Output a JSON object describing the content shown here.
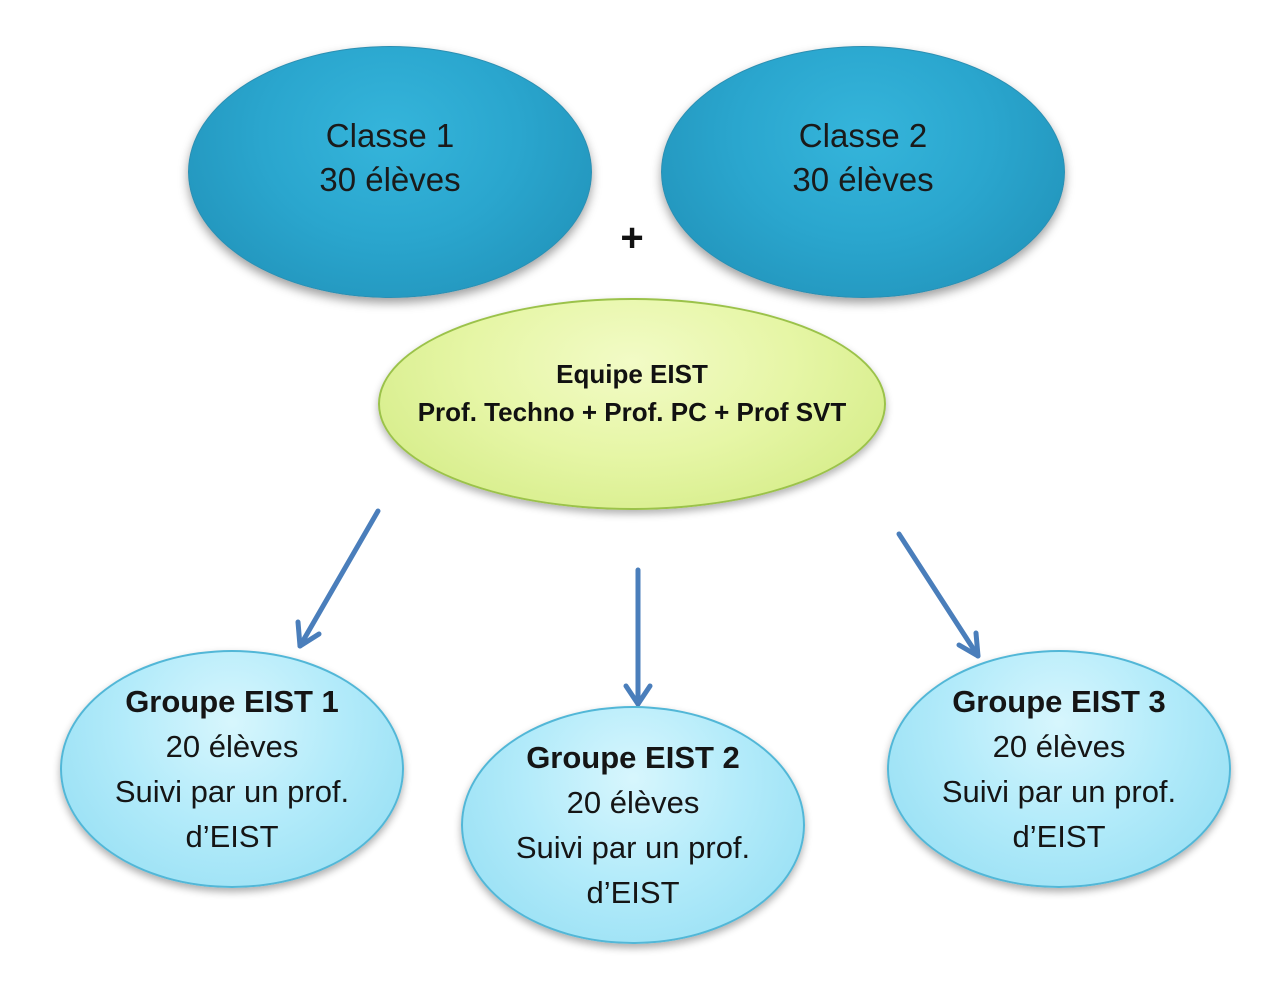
{
  "classes": [
    {
      "name": "Classe 1",
      "students": "30 élèves"
    },
    {
      "name": "Classe 2",
      "students": "30 élèves"
    }
  ],
  "plus": "+",
  "equipe": {
    "title": "Equipe EIST",
    "members": "Prof. Techno + Prof. PC + Prof SVT"
  },
  "groupes": [
    {
      "title": "Groupe EIST 1",
      "students": "20 élèves",
      "line1": "Suivi par un prof.",
      "line2": "d’EIST"
    },
    {
      "title": "Groupe EIST 2",
      "students": "20 élèves",
      "line1": "Suivi par un prof.",
      "line2": "d’EIST"
    },
    {
      "title": "Groupe EIST 3",
      "students": "20 élèves",
      "line1": "Suivi par un prof.",
      "line2": "d’EIST"
    }
  ],
  "colors": {
    "classe_fill": "#2aa6ce",
    "equipe_fill": "#e6f6a6",
    "groupe_fill": "#b3ebfa",
    "arrow": "#4a7ebb"
  }
}
